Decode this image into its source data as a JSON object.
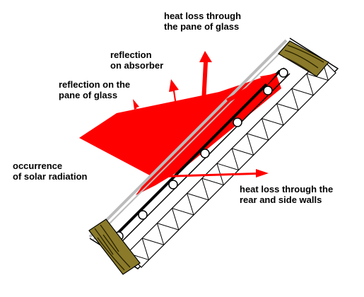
{
  "labels": {
    "heat_loss_glass": [
      "heat loss through",
      "the pane of glass"
    ],
    "reflection_absorber": [
      "reflection",
      "on absorber"
    ],
    "reflection_glass": [
      "reflection on the",
      "pane of glass"
    ],
    "solar_radiation": [
      "occurrence",
      "of solar radiation"
    ],
    "heat_loss_walls": [
      "heat loss through the",
      "rear and side walls"
    ]
  },
  "colors": {
    "radiation": "#ff0000",
    "glass": "#bbbbbb",
    "frame_wood": "#8a7a2a",
    "wood_grain": "#2a2200",
    "outline": "#000000",
    "background": "#ffffff"
  }
}
